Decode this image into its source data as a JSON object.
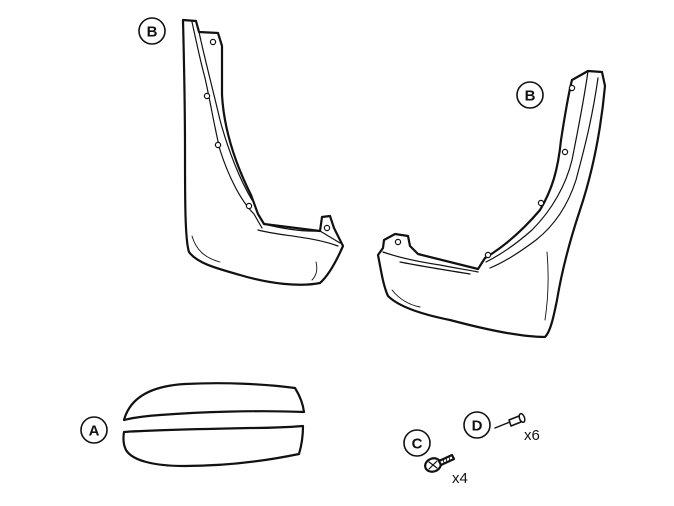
{
  "callouts": {
    "b_left": "B",
    "b_right": "B",
    "a": "A",
    "c": "C",
    "d": "D"
  },
  "quantities": {
    "screws": "x4",
    "rivets": "x6"
  },
  "colors": {
    "line": "#111111",
    "background": "#ffffff"
  }
}
